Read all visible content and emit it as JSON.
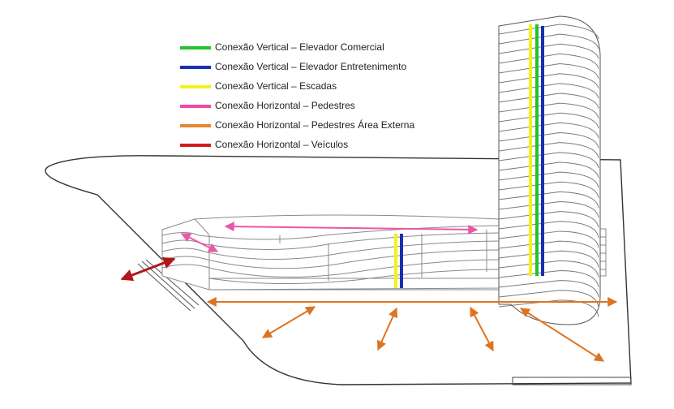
{
  "legend": {
    "items": [
      {
        "label": "Conexão Vertical – Elevador Comercial",
        "color": "#22c32a"
      },
      {
        "label": "Conexão Vertical – Elevador Entretenimento",
        "color": "#1a2fb4"
      },
      {
        "label": "Conexão Vertical – Escadas",
        "color": "#f2f21e"
      },
      {
        "label": "Conexão Horizontal – Pedestres",
        "color": "#ee4aa6"
      },
      {
        "label": "Conexão Horizontal – Pedestres Área Externa",
        "color": "#e8862f"
      },
      {
        "label": "Conexão Horizontal – Veículos",
        "color": "#d31c1c"
      }
    ]
  },
  "colors": {
    "outline": "#333333",
    "building_lines": "#8a8a8a",
    "vehicles_arrow": "#b0161b",
    "pedestrian_arrow": "#ea57a8",
    "external_arrow": "#df7420",
    "elevator_commercial": "#22c32a",
    "elevator_entertainment": "#1a2fb4",
    "stairs": "#f2f21e"
  }
}
